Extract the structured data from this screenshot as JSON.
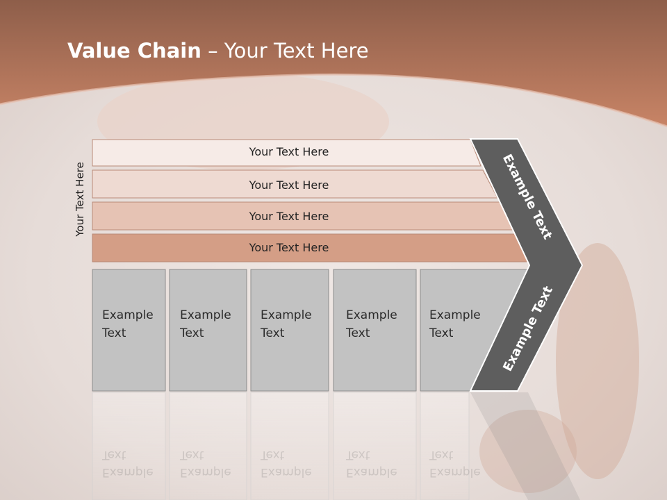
{
  "slide": {
    "title_bold": "Value Chain",
    "title_rest": " – Your Text Here",
    "vertical_label": "Your Text Here"
  },
  "bars": [
    {
      "label": "Your Text Here",
      "color": "#f6ebe7"
    },
    {
      "label": "Your Text Here",
      "color": "#eedad2"
    },
    {
      "label": "Your Text Here",
      "color": "#e6c3b4"
    },
    {
      "label": "Your Text Here",
      "color": "#d49e86"
    }
  ],
  "boxes": [
    {
      "line1": "Example",
      "line2": "Text"
    },
    {
      "line1": "Example",
      "line2": "Text"
    },
    {
      "line1": "Example",
      "line2": "Text"
    },
    {
      "line1": "Example",
      "line2": "Text"
    },
    {
      "line1": "Example",
      "line2": "Text"
    }
  ],
  "chevron": {
    "upper_label": "Example Text",
    "lower_label": "Example Text"
  },
  "colors": {
    "header": "#c47e62",
    "box_fill": "#c2c2c2",
    "chevron_fill": "#5e5e5e"
  }
}
